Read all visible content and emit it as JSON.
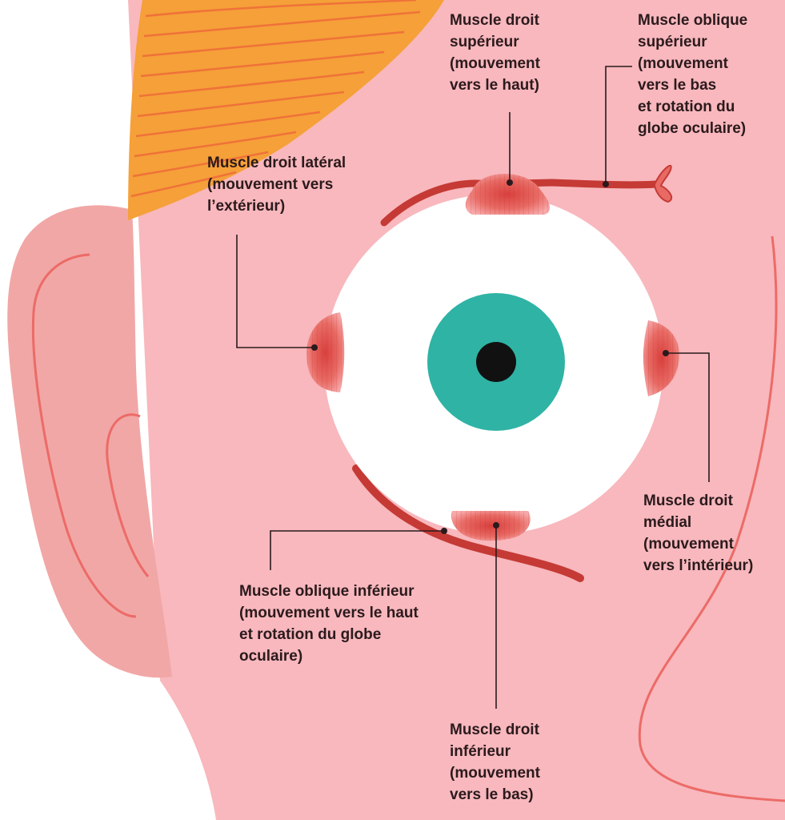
{
  "colors": {
    "skin": "#f8b8bd",
    "ear": "#f1a7a6",
    "outline": "#ec6b67",
    "hair": "#f5a038",
    "hair_stripe": "#ef6a3a",
    "eye_white": "#ffffff",
    "iris": "#2fb3a5",
    "pupil": "#111111",
    "muscle": "#e2534e",
    "muscle_dark": "#b9322f",
    "leader_line": "#2b1a1d",
    "text": "#2b1a1d"
  },
  "labels": {
    "superior_rectus": [
      "Muscle droit",
      "supérieur",
      "(mouvement",
      "vers le haut)"
    ],
    "superior_oblique": [
      "Muscle oblique",
      "supérieur",
      "(mouvement",
      "vers le bas",
      "et rotation du",
      "globe oculaire)"
    ],
    "lateral_rectus": [
      "Muscle droit latéral",
      "(mouvement vers",
      "l’extérieur)"
    ],
    "medial_rectus": [
      "Muscle droit",
      "médial",
      "(mouvement",
      "vers l’intérieur)"
    ],
    "inferior_oblique": [
      "Muscle oblique inférieur",
      "(mouvement vers le haut",
      "et rotation du globe",
      "oculaire)"
    ],
    "inferior_rectus": [
      "Muscle droit",
      "inférieur",
      "(mouvement",
      "vers le bas)"
    ]
  }
}
